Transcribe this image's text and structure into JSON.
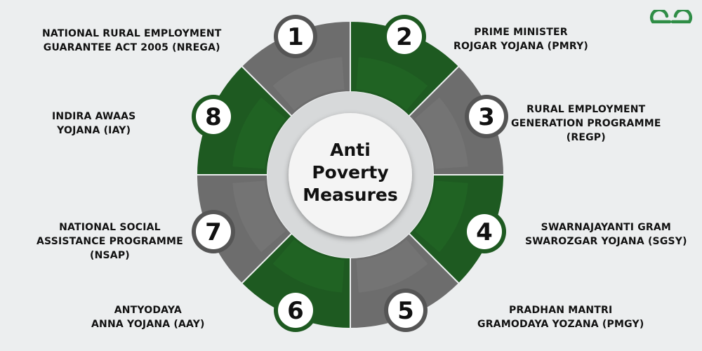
{
  "title_lines": [
    "Anti",
    "Poverty",
    "Measures"
  ],
  "items": [
    {
      "number": "1",
      "lines": [
        "NATIONAL RURAL EMPLOYMENT",
        "GUARANTEE ACT 2005 (NREGA)"
      ]
    },
    {
      "number": "2",
      "lines": [
        "PRIME MINISTER",
        "ROJGAR YOJANA (PMRY)"
      ]
    },
    {
      "number": "3",
      "lines": [
        "RURAL EMPLOYMENT",
        "GENERATION PROGRAMME",
        "(REGP)"
      ]
    },
    {
      "number": "4",
      "lines": [
        "SWARNAJAYANTI GRAM",
        "SWAROZGAR YOJANA (SGSY)"
      ]
    },
    {
      "number": "5",
      "lines": [
        "PRADHAN MANTRI",
        "GRAMODAYA YOZANA (PMGY)"
      ]
    },
    {
      "number": "6",
      "lines": [
        "ANTYODAYA",
        "ANNA YOJANA (AAY)"
      ]
    },
    {
      "number": "7",
      "lines": [
        "NATIONAL SOCIAL",
        "ASSISTANCE PROGRAMME",
        "(NSAP)"
      ]
    },
    {
      "number": "8",
      "lines": [
        "INDIRA AWAAS",
        "YOJANA (IAY)"
      ]
    }
  ],
  "colors": {
    "green": "#1e5a21",
    "gray": "#6d6d6d",
    "background": "#eceeef",
    "logo_green": "#2f8d46"
  },
  "logo_icon": "geeksforgeeks-logo-icon"
}
